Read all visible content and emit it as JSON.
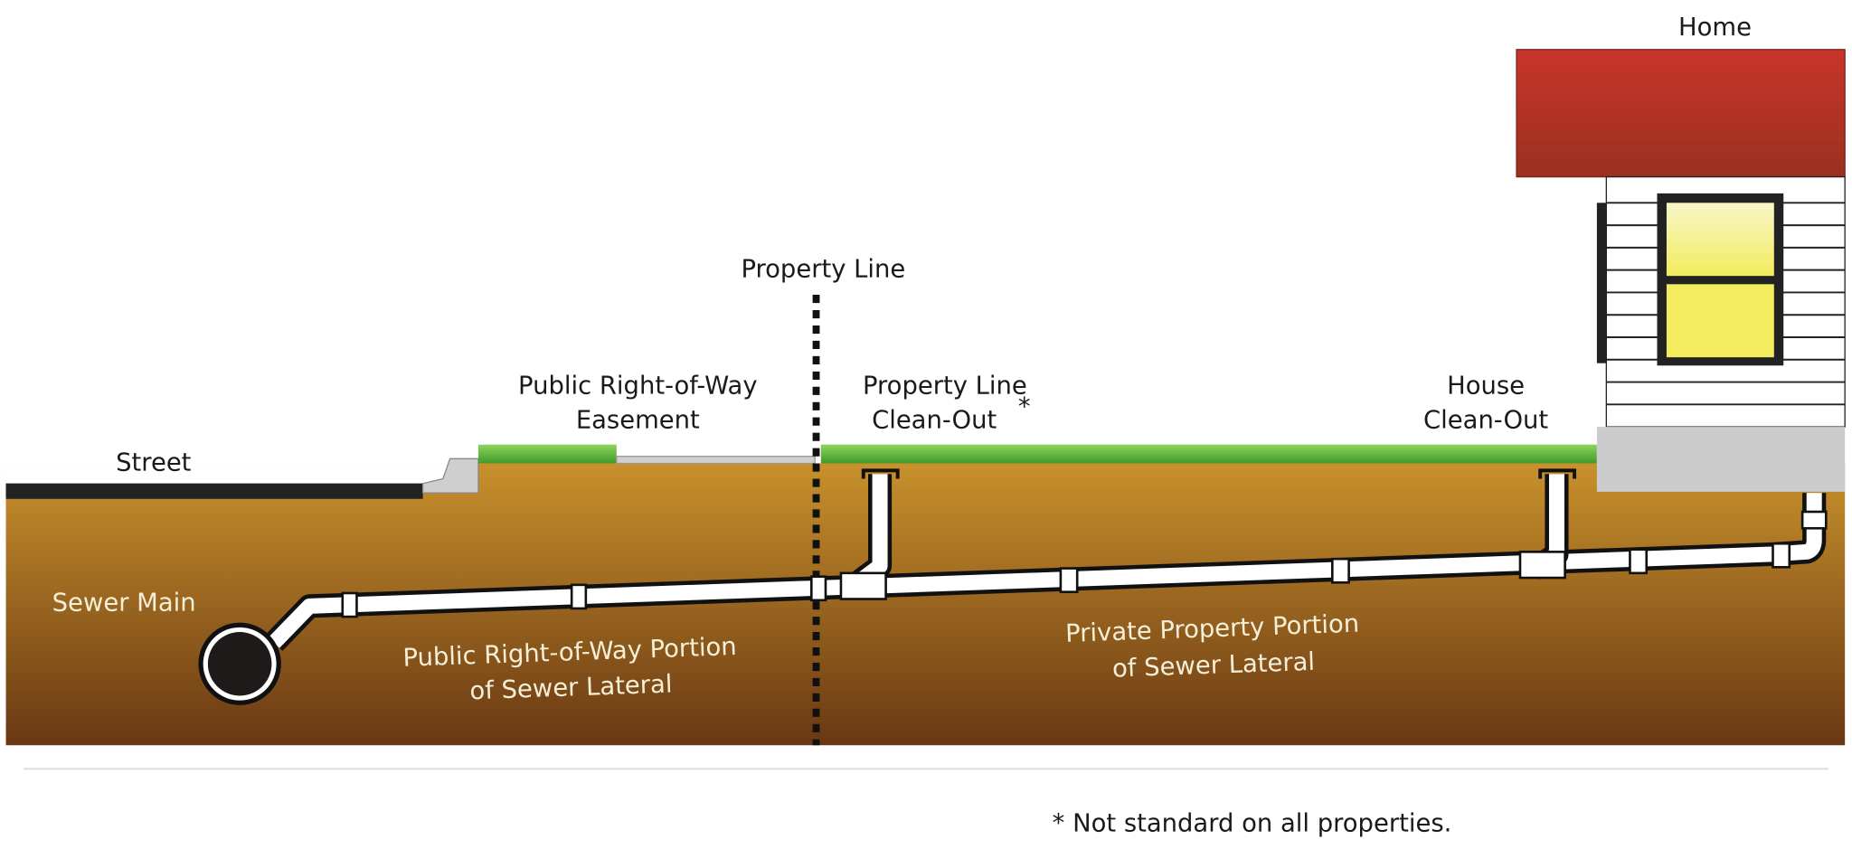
{
  "labels": {
    "home": "Home",
    "property_line": "Property Line",
    "easement_line1": "Public Right-of-Way",
    "easement_line2": "Easement",
    "pl_cleanout_line1": "Property Line",
    "pl_cleanout_line2": "Clean-Out",
    "pl_cleanout_asterisk": "*",
    "house_cleanout_line1": "House",
    "house_cleanout_line2": "Clean-Out",
    "street": "Street",
    "sewer_main": "Sewer Main",
    "public_portion_line1": "Public Right-of-Way Portion",
    "public_portion_line2": "of Sewer Lateral",
    "private_portion_line1": "Private Property Portion",
    "private_portion_line2": "of Sewer Lateral"
  },
  "footnote": "* Not standard on all properties.",
  "colors": {
    "soil_top": "#c8912c",
    "soil_bottom": "#693813",
    "grass": "#5fb43a",
    "roof_top": "#c9352a",
    "roof_bottom": "#9a3020",
    "window": "#f5ee6a",
    "foundation": "#cccccc"
  }
}
